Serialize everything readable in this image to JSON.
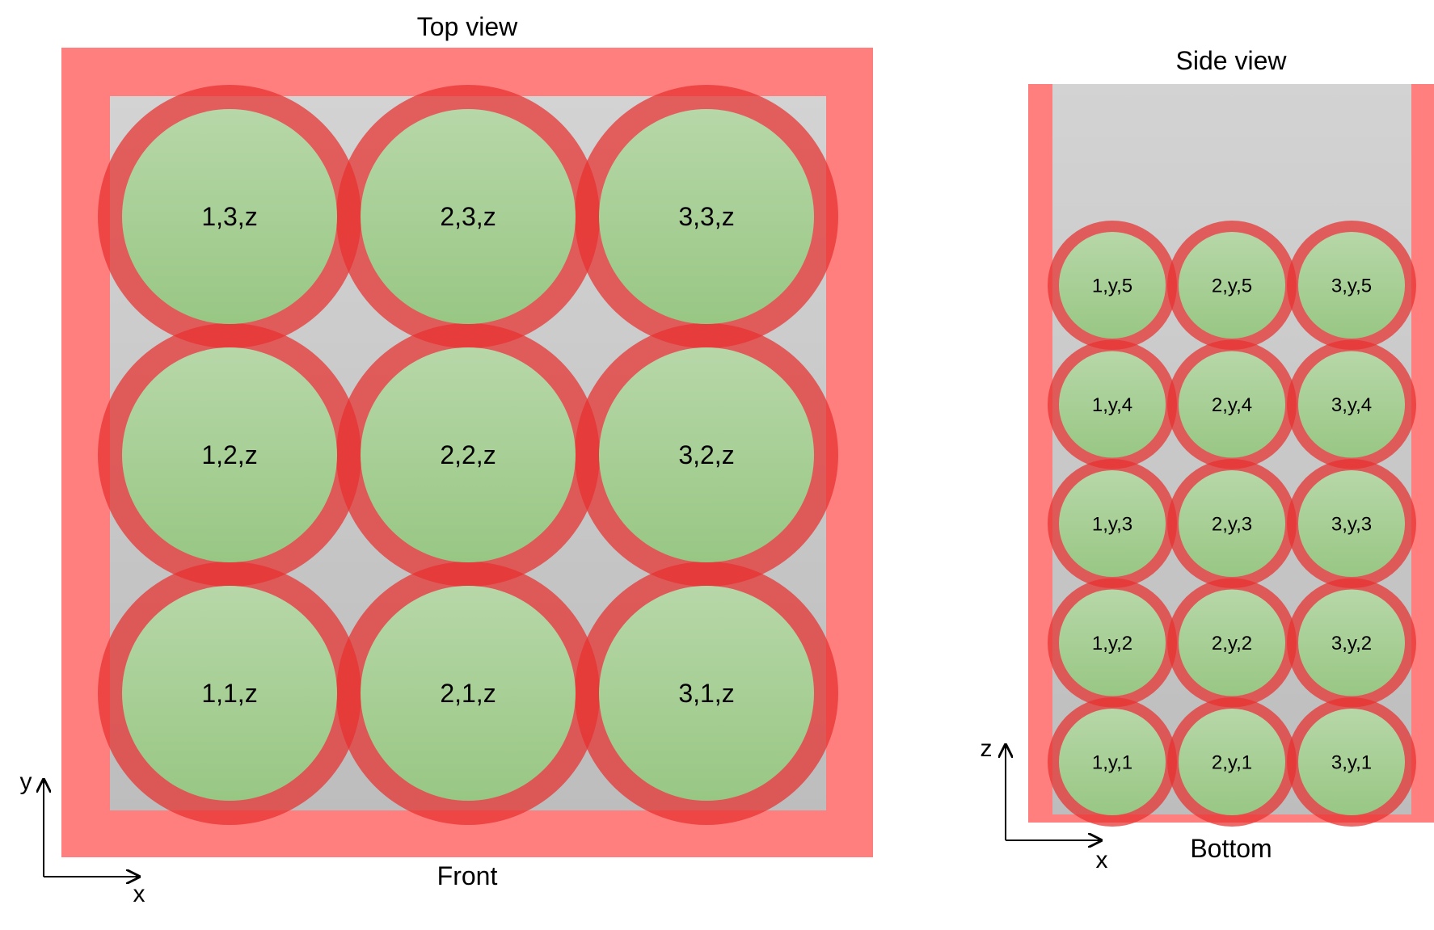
{
  "top_view": {
    "title": "Top view",
    "front_label": "Front",
    "cells": [
      {
        "row": 3,
        "col": 1,
        "label": "1,3,z"
      },
      {
        "row": 3,
        "col": 2,
        "label": "2,3,z"
      },
      {
        "row": 3,
        "col": 3,
        "label": "3,3,z"
      },
      {
        "row": 2,
        "col": 1,
        "label": "1,2,z"
      },
      {
        "row": 2,
        "col": 2,
        "label": "2,2,z"
      },
      {
        "row": 2,
        "col": 3,
        "label": "3,2,z"
      },
      {
        "row": 1,
        "col": 1,
        "label": "1,1,z"
      },
      {
        "row": 1,
        "col": 2,
        "label": "2,1,z"
      },
      {
        "row": 1,
        "col": 3,
        "label": "3,1,z"
      }
    ],
    "axes": {
      "x": "x",
      "y": "y"
    }
  },
  "side_view": {
    "title": "Side view",
    "bottom_label": "Bottom",
    "cells": [
      {
        "row": 5,
        "col": 1,
        "label": "1,y,5"
      },
      {
        "row": 5,
        "col": 2,
        "label": "2,y,5"
      },
      {
        "row": 5,
        "col": 3,
        "label": "3,y,5"
      },
      {
        "row": 4,
        "col": 1,
        "label": "1,y,4"
      },
      {
        "row": 4,
        "col": 2,
        "label": "2,y,4"
      },
      {
        "row": 4,
        "col": 3,
        "label": "3,y,4"
      },
      {
        "row": 3,
        "col": 1,
        "label": "1,y,3"
      },
      {
        "row": 3,
        "col": 2,
        "label": "2,y,3"
      },
      {
        "row": 3,
        "col": 3,
        "label": "3,y,3"
      },
      {
        "row": 2,
        "col": 1,
        "label": "1,y,2"
      },
      {
        "row": 2,
        "col": 2,
        "label": "2,y,2"
      },
      {
        "row": 2,
        "col": 3,
        "label": "3,y,2"
      },
      {
        "row": 1,
        "col": 1,
        "label": "1,y,1"
      },
      {
        "row": 1,
        "col": 2,
        "label": "2,y,1"
      },
      {
        "row": 1,
        "col": 3,
        "label": "3,y,1"
      }
    ],
    "axes": {
      "x": "x",
      "z": "z"
    }
  },
  "colors": {
    "wall": "#ff7f7f",
    "halo": "#e8302f",
    "sphere_top": "#b5d6a5",
    "sphere_bottom": "#9ac888",
    "interior_top": "#d3d3d3",
    "interior_bottom": "#bdbdbd"
  }
}
